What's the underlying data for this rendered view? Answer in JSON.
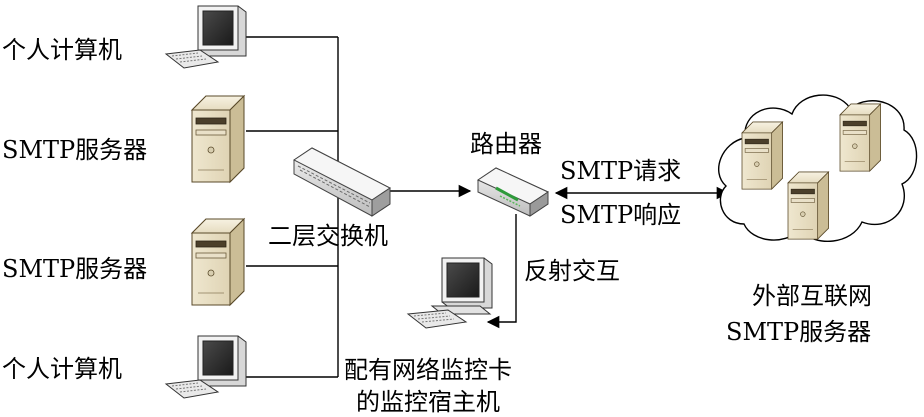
{
  "labels": {
    "pc_top": "个人计算机",
    "smtp_server_1": "SMTP服务器",
    "smtp_server_2": "SMTP服务器",
    "pc_bottom": "个人计算机",
    "switch": "二层交换机",
    "router": "路由器",
    "smtp_request": "SMTP请求",
    "smtp_response": "SMTP响应",
    "reflect": "反射交互",
    "monitor_host_line1": "配有网络监控卡",
    "monitor_host_line2": "的监控宿主机",
    "internet_line1": "外部互联网",
    "internet_line2": "SMTP服务器"
  }
}
